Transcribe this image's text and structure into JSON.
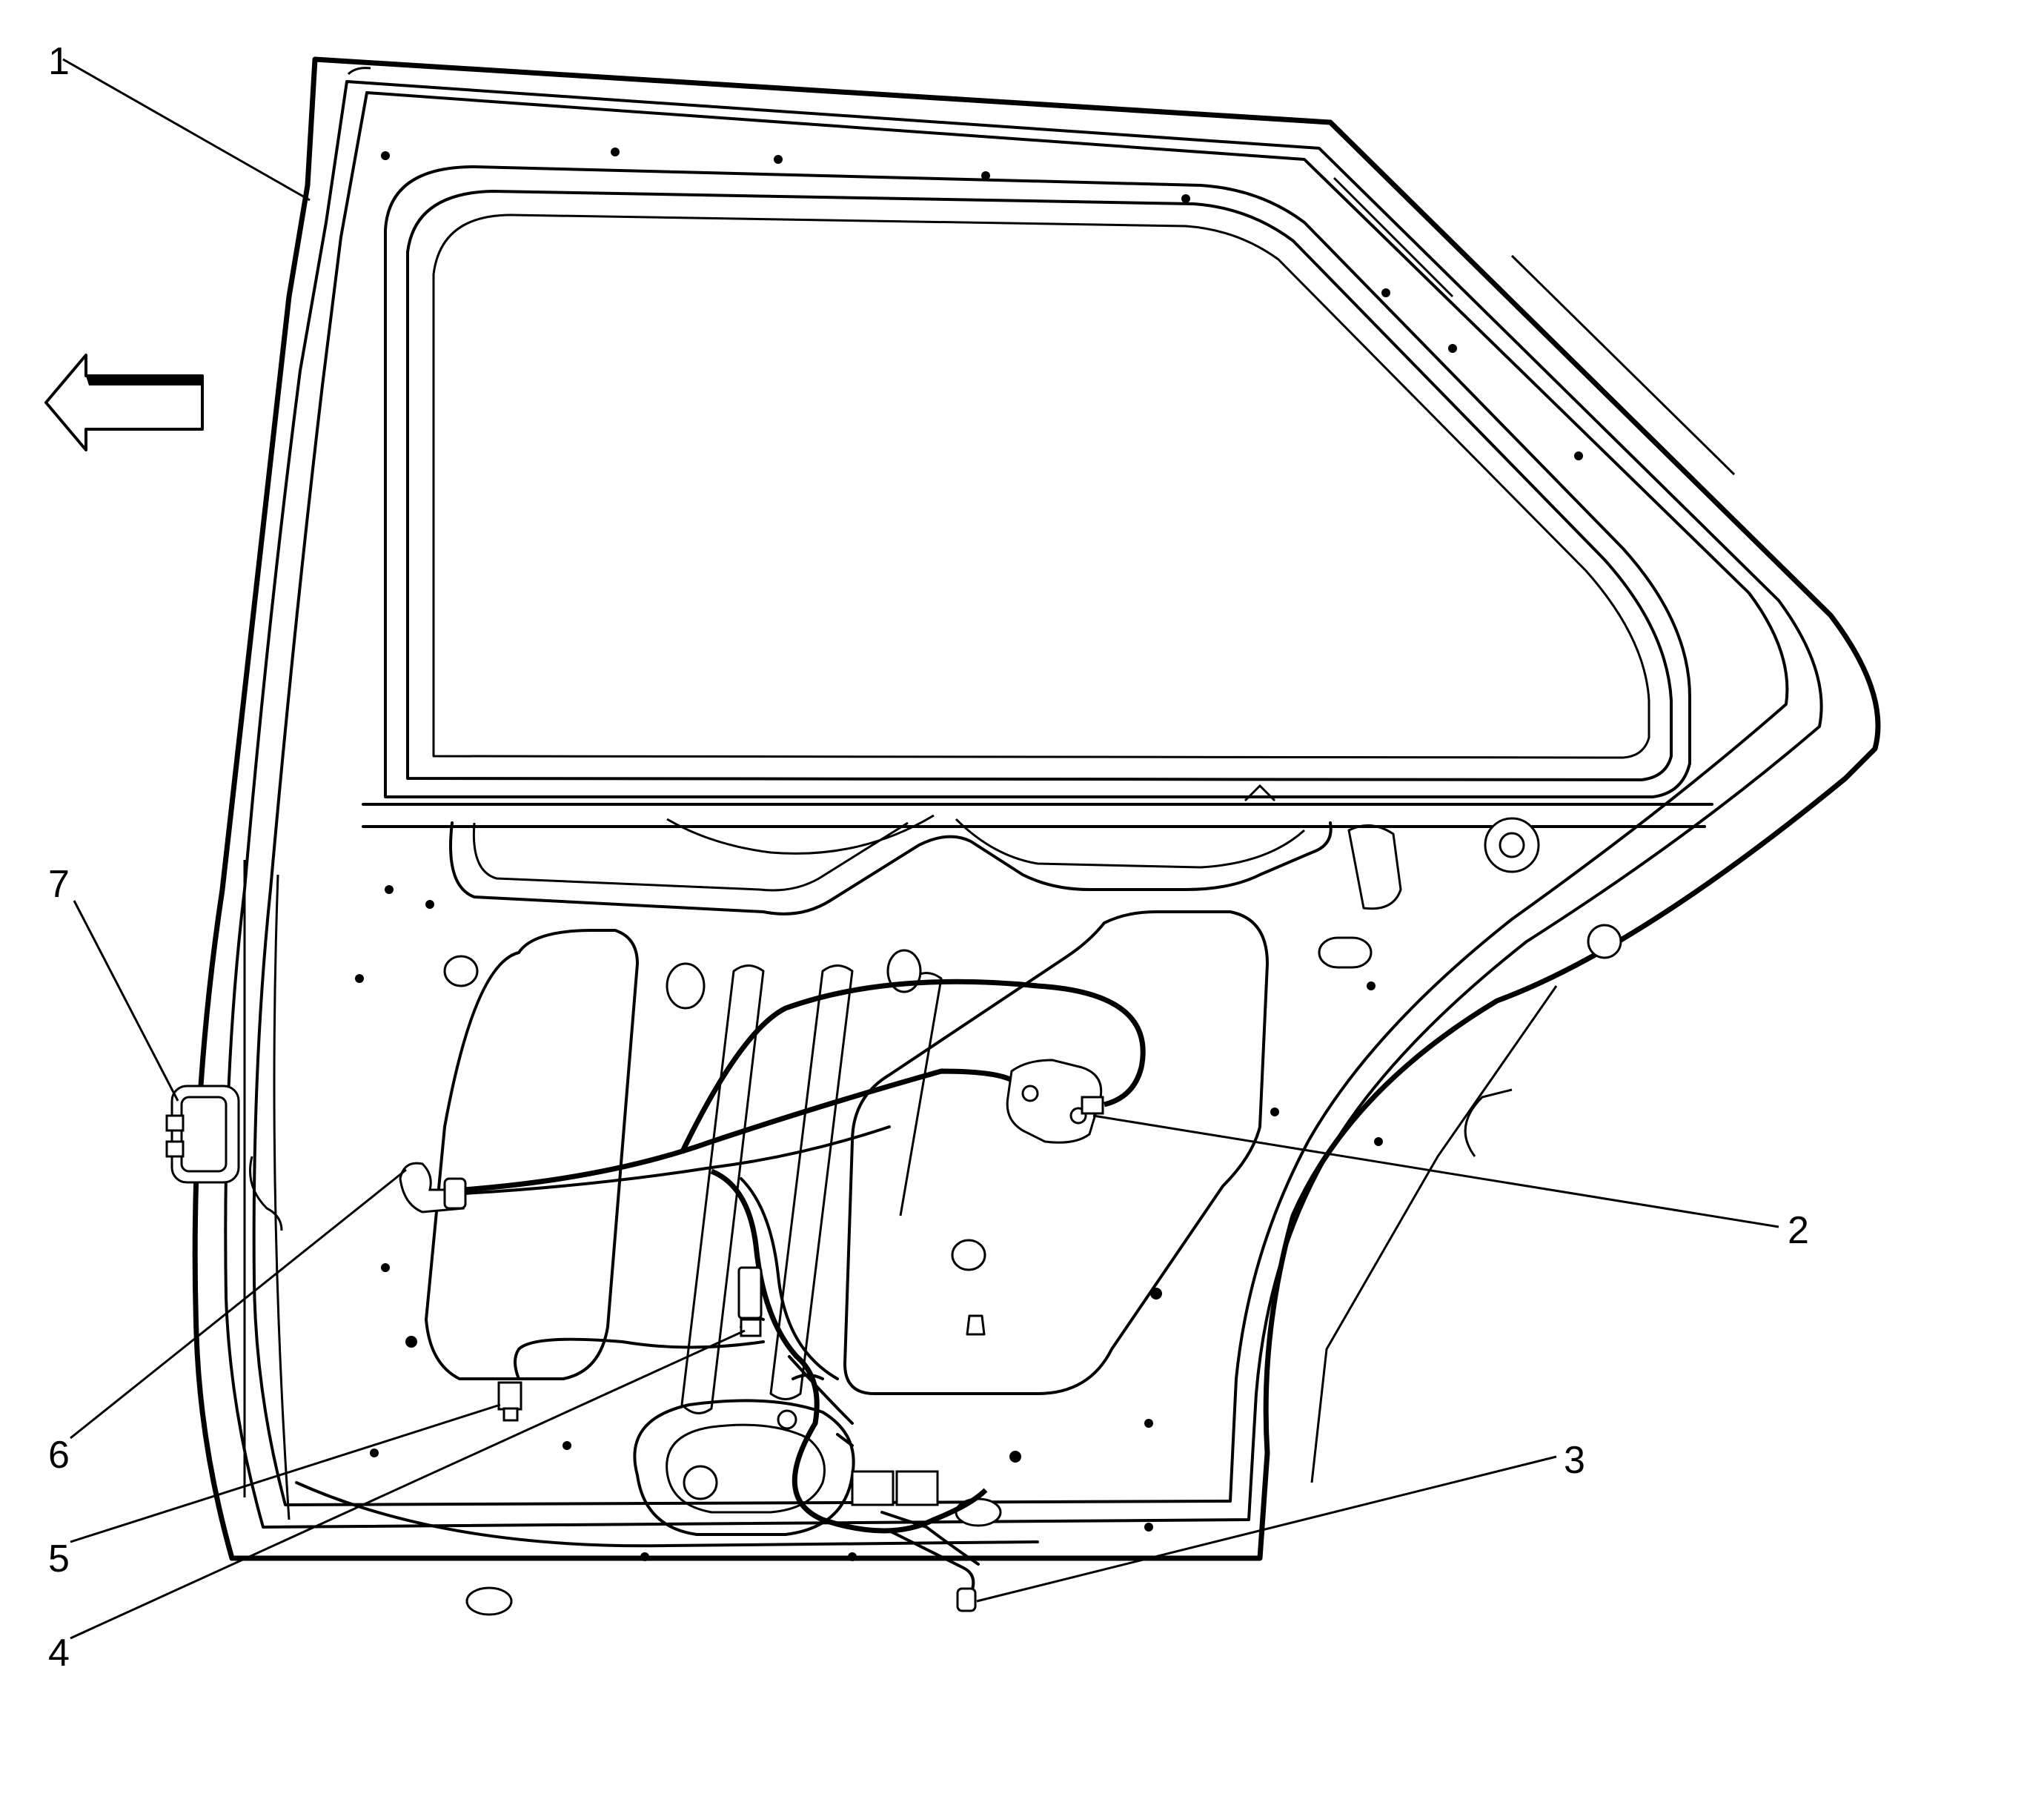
{
  "callouts": [
    "1",
    "2",
    "3",
    "4",
    "5",
    "6",
    "7"
  ],
  "direction_arrow": "arrow-left-icon"
}
